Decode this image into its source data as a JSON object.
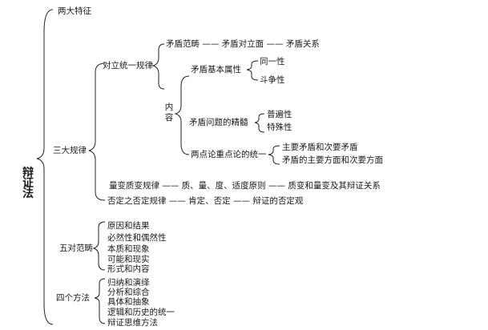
{
  "root": "辩证法",
  "level1": {
    "two_features": "两大特征",
    "three_laws": "三大规律",
    "five_categories": "五对范畴",
    "four_methods": "四个方法"
  },
  "unity_of_opposites": {
    "label": "对立统一规律",
    "category_line": "矛盾范畴 —— 矛盾对立面 —— 矛盾关系",
    "content_label": "内容",
    "basic_attributes": {
      "label": "矛盾基本属性",
      "items": [
        "同一性",
        "斗争性"
      ]
    },
    "essence": {
      "label": "矛盾问题的精髓",
      "items": [
        "普遍性",
        "特殊性"
      ]
    },
    "two_point_theory": {
      "label": "两点论重点论的统一",
      "items": [
        "主要矛盾和次要矛盾",
        "矛盾的主要方面和次要方面"
      ]
    }
  },
  "quantity_quality_law": "量变质变规律 —— 质、量、度、适度原则 —— 质变和量变及其辩证关系",
  "negation_law": "否定之否定规律 —— 肯定、否定 —— 辩证的否定观",
  "five_categories_items": [
    "原因和结果",
    "必然性和偶然性",
    "本质和现象",
    "可能和现实",
    "形式和内容"
  ],
  "four_methods_items": [
    "归纳和演绎",
    "分析和综合",
    "具体和抽象",
    "逻辑和历史的统一",
    "辩证思维方法"
  ]
}
